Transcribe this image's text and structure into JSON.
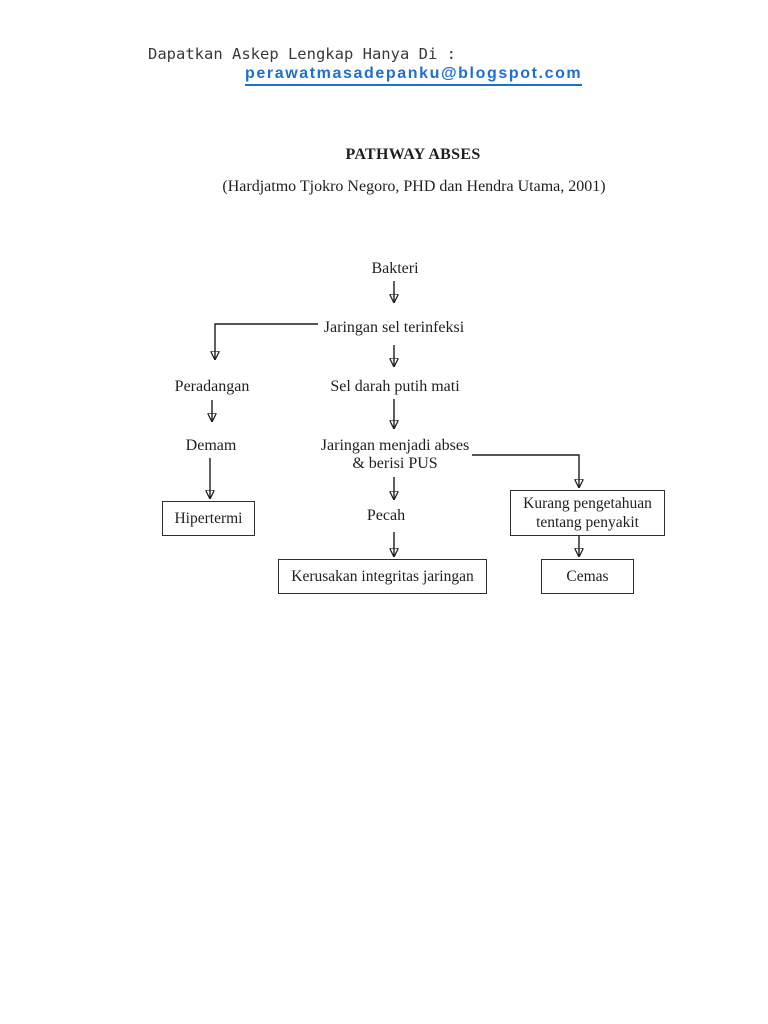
{
  "header": {
    "line1": "Dapatkan Askep Lengkap Hanya Di :",
    "link": "perawatmasadepanku@blogspot.com"
  },
  "title": "PATHWAY ABSES",
  "subtitle": "(Hardjatmo Tjokro Negoro, PHD dan Hendra Utama, 2001)",
  "colors": {
    "link_blue": "#1e6fd2",
    "diagram_ink": "#1d1d1d"
  },
  "flowchart": {
    "nodes": {
      "bakteri": "Bakteri",
      "jaringan_sel_terinfeksi": "Jaringan sel terinfeksi",
      "peradangan": "Peradangan",
      "sel_darah_putih_mati": "Sel darah putih mati",
      "demam": "Demam",
      "jaringan_menjadi_abses": "Jaringan menjadi abses\n& berisi PUS",
      "hipertermi": "Hipertermi",
      "pecah": "Pecah",
      "kurang_pengetahuan": "Kurang pengetahuan\ntentang penyakit",
      "kerusakan_integritas": "Kerusakan integritas jaringan",
      "cemas": "Cemas"
    }
  }
}
